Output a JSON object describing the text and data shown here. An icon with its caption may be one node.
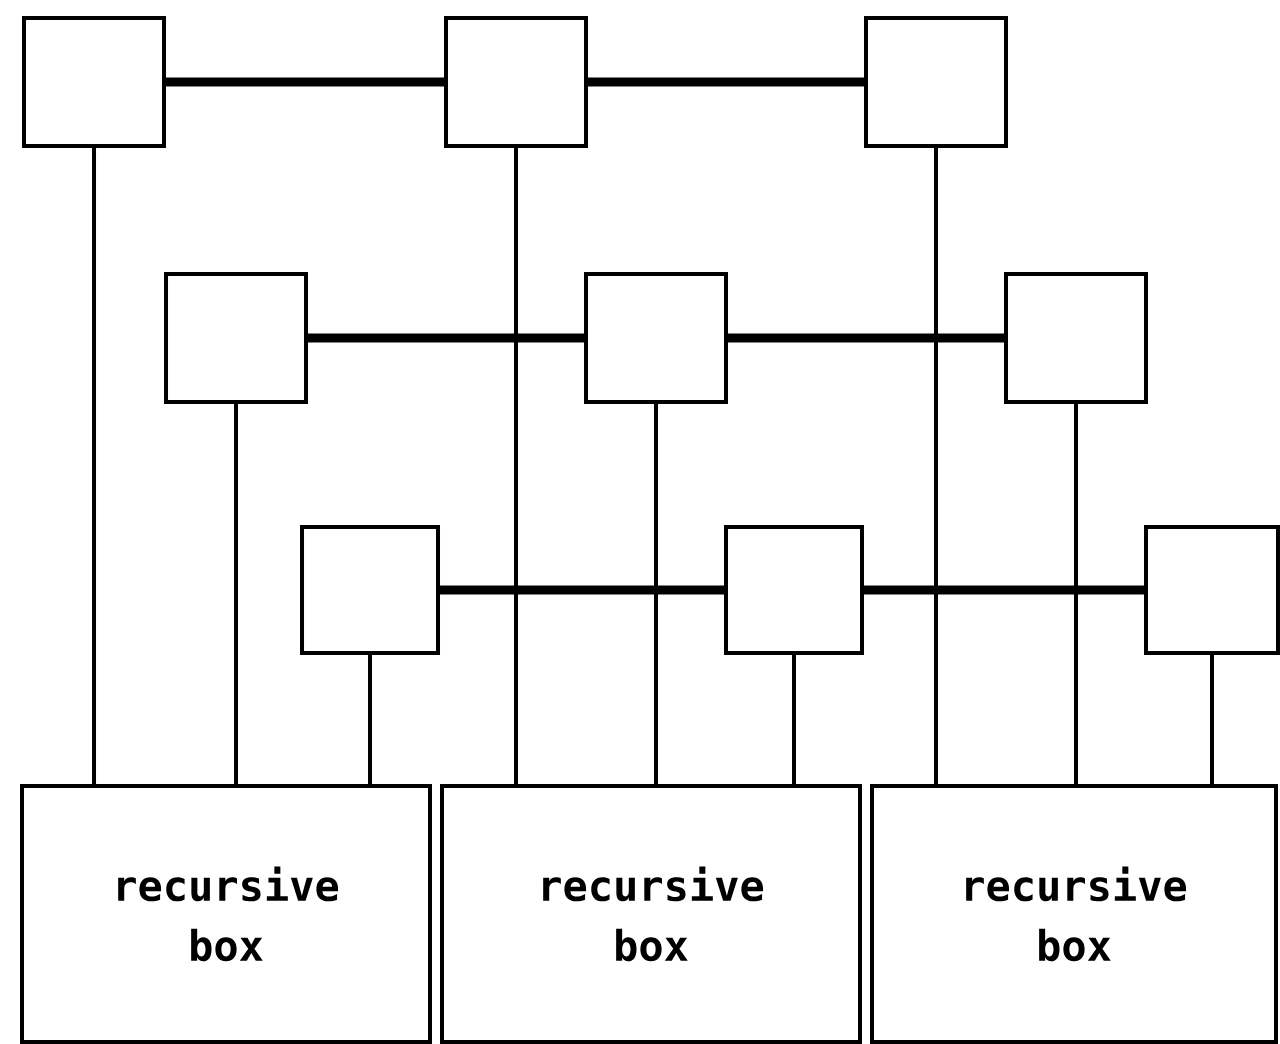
{
  "diagram": {
    "nodes": [
      {
        "text": [],
        "shape": "box"
      },
      {
        "text": [],
        "shape": "box"
      },
      {
        "text": [],
        "shape": "box"
      },
      {
        "text": [],
        "shape": "box"
      },
      {
        "text": [],
        "shape": "box"
      },
      {
        "text": [],
        "shape": "box"
      },
      {
        "text": [],
        "shape": "box"
      },
      {
        "text": [],
        "shape": "box"
      },
      {
        "text": [],
        "shape": "box"
      },
      {
        "text": [
          "recursive box"
        ]
      },
      {
        "text": [
          "recursive box"
        ]
      },
      {
        "text": [
          "recursive box"
        ]
      }
    ],
    "edges": [
      {
        "from": 0,
        "to": 1,
        "arrow": "none",
        "style": "thick"
      },
      {
        "from": 1,
        "to": 2,
        "arrow": "none",
        "style": "thick"
      },
      {
        "from": 3,
        "to": 4,
        "arrow": "none",
        "style": "thick"
      },
      {
        "from": 4,
        "to": 5,
        "arrow": "none",
        "style": "thick"
      },
      {
        "from": 6,
        "to": 7,
        "arrow": "none",
        "style": "thick"
      },
      {
        "from": 7,
        "to": 8,
        "arrow": "none",
        "style": "thick"
      },
      {
        "from": 0,
        "to": 9,
        "arrow": "none"
      },
      {
        "from": 3,
        "to": 9,
        "arrow": "none"
      },
      {
        "from": 6,
        "to": 9,
        "arrow": "none"
      },
      {
        "from": 1,
        "to": 10,
        "arrow": "none"
      },
      {
        "from": 4,
        "to": 10,
        "arrow": "none"
      },
      {
        "from": 7,
        "to": 10,
        "arrow": "none"
      },
      {
        "from": 2,
        "to": 11,
        "arrow": "none"
      },
      {
        "from": 5,
        "to": 11,
        "arrow": "none"
      },
      {
        "from": 8,
        "to": 11,
        "arrow": "none"
      }
    ]
  }
}
